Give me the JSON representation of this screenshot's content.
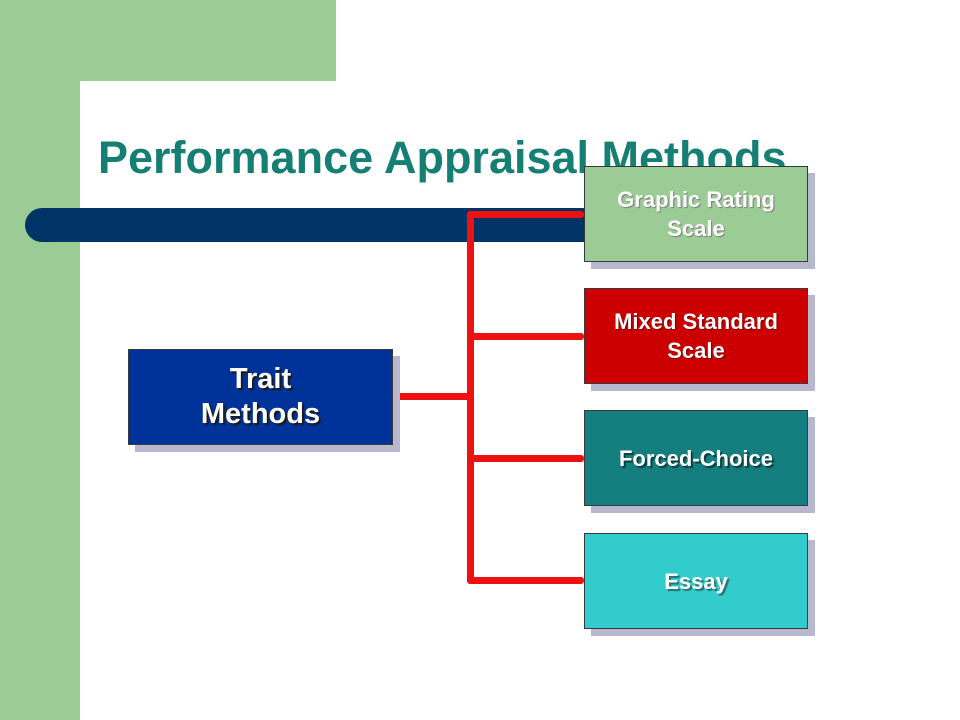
{
  "slide": {
    "title": "Performance Appraisal Methods",
    "colors": {
      "background": "#ffffff",
      "green_panel": "#9ccc95",
      "title_text": "#157f74",
      "navy_bar": "#003466",
      "connector": "#ee1111"
    }
  },
  "diagram": {
    "root": {
      "label": "Trait\nMethods",
      "color": "#003399"
    },
    "children": [
      {
        "label": "Graphic Rating\nScale",
        "color": "#9ccc95"
      },
      {
        "label": "Mixed Standard\nScale",
        "color": "#cc0000"
      },
      {
        "label": "Forced-Choice",
        "color": "#157f7f"
      },
      {
        "label": "Essay",
        "color": "#33cccc"
      }
    ]
  }
}
